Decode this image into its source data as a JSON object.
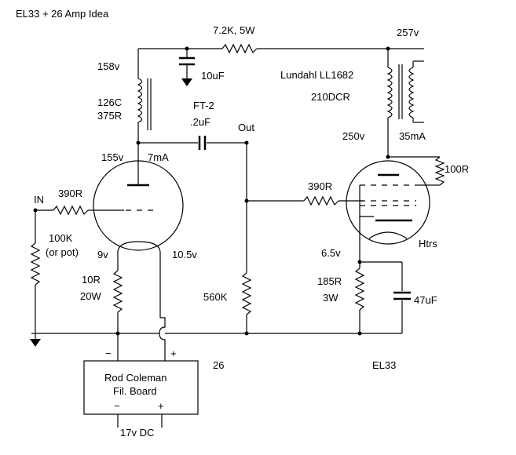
{
  "title": "EL33 + 26 Amp Idea",
  "labels": {
    "r_supply": "7.2K, 5W",
    "v_supply": "257v",
    "v_158": "158v",
    "c_10uf": "10uF",
    "output_xfmr": "Lundahl LL1682",
    "output_xfmr_dcr": "210DCR",
    "choke": "126C",
    "choke_r": "375R",
    "ft2": "FT-2",
    "c_coupling": ".2uF",
    "out": "Out",
    "v_250": "250v",
    "i_35": "35mA",
    "v_155": "155v",
    "i_7": "7mA",
    "r_100": "100R",
    "in": "IN",
    "r_390_in": "390R",
    "r_390_grid": "390R",
    "r_100k": "100K",
    "r_100k_note": "(or pot)",
    "v_9": "9v",
    "v_10_5": "10.5v",
    "v_6_5": "6.5v",
    "htrs": "Htrs",
    "r_10": "10R",
    "r_10_w": "20W",
    "r_560k": "560K",
    "r_185": "185R",
    "r_185_w": "3W",
    "c_47uf": "47uF",
    "minus_top": "−",
    "plus_top": "+",
    "tube_26": "26",
    "tube_el33": "EL33",
    "board_line1": "Rod Coleman",
    "board_line2": "Fil. Board",
    "minus_bottom": "−",
    "plus_bottom": "+",
    "v_17dc": "17v DC"
  }
}
